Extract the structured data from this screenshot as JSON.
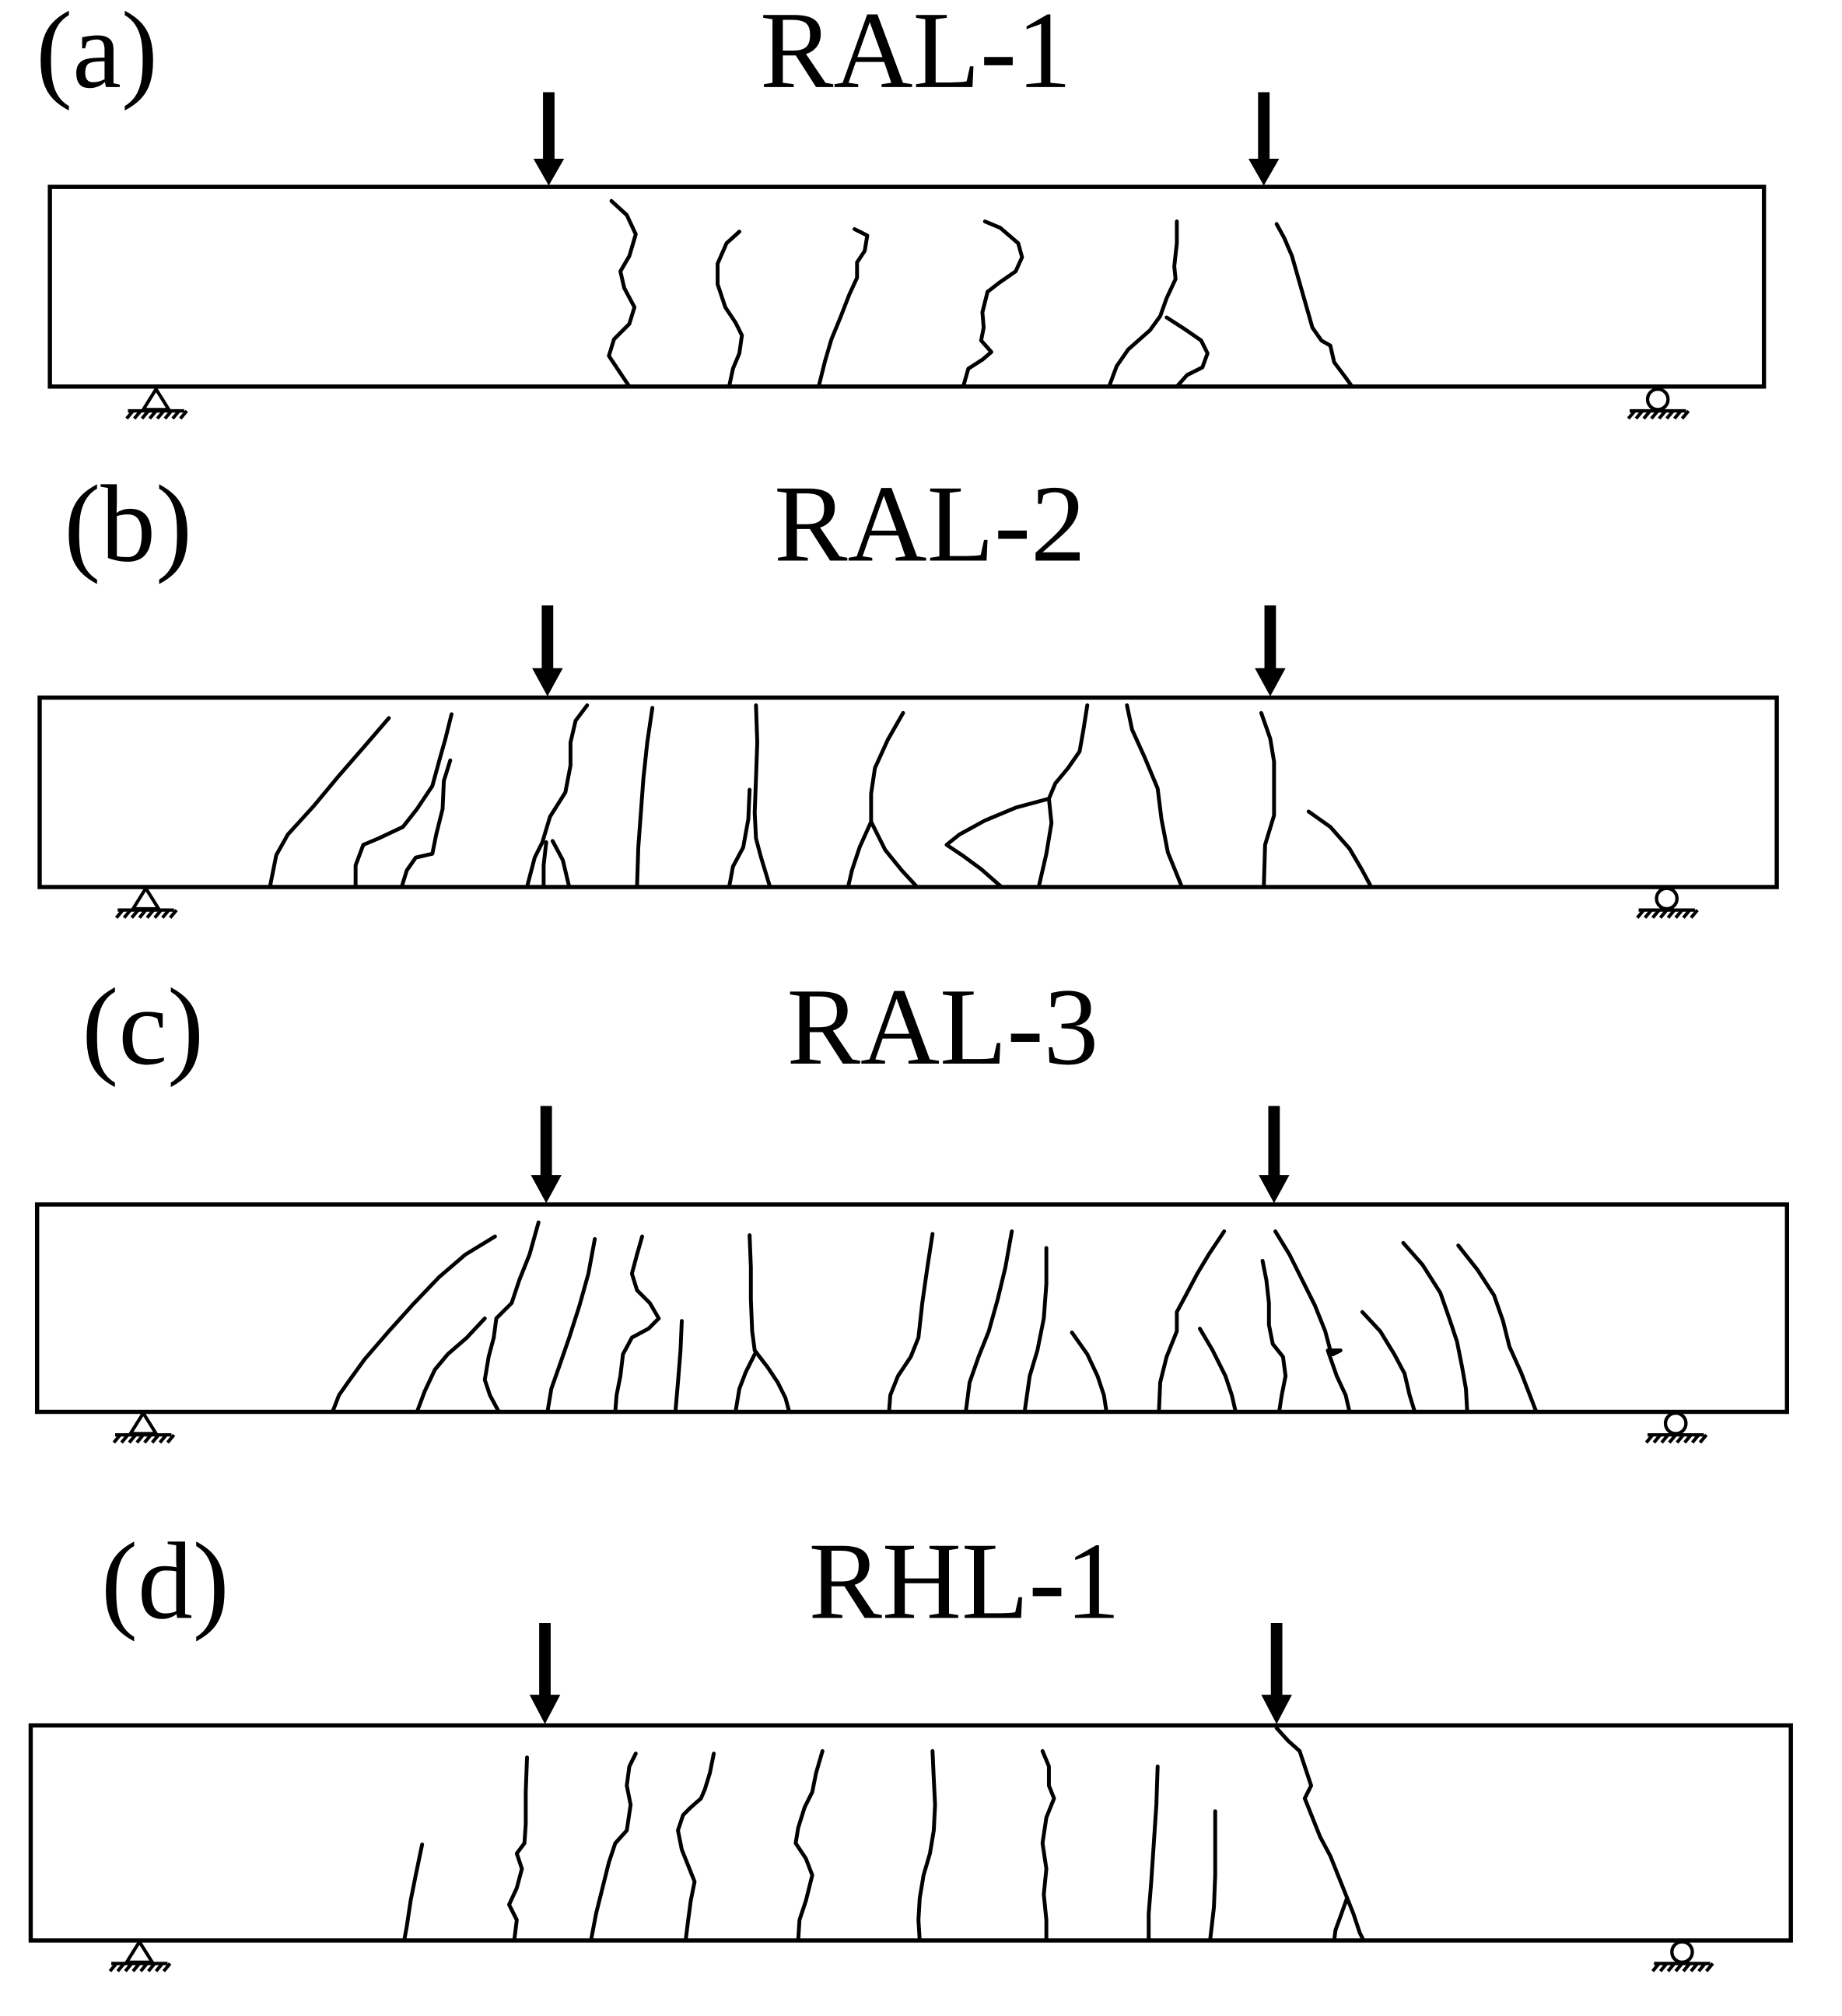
{
  "figure": {
    "panels": [
      {
        "letter": "(a)",
        "title": "RAL-1"
      },
      {
        "letter": "(b)",
        "title": "RAL-2"
      },
      {
        "letter": "(c)",
        "title": "RAL-3"
      },
      {
        "letter": "(d)",
        "title": "RHL-1"
      }
    ]
  },
  "icons": {
    "load_arrow": "down-arrow-icon",
    "pin_support": "pin-support-icon",
    "roller_support": "roller-support-icon"
  },
  "colors": {
    "line": "#000000",
    "background": "#ffffff"
  }
}
